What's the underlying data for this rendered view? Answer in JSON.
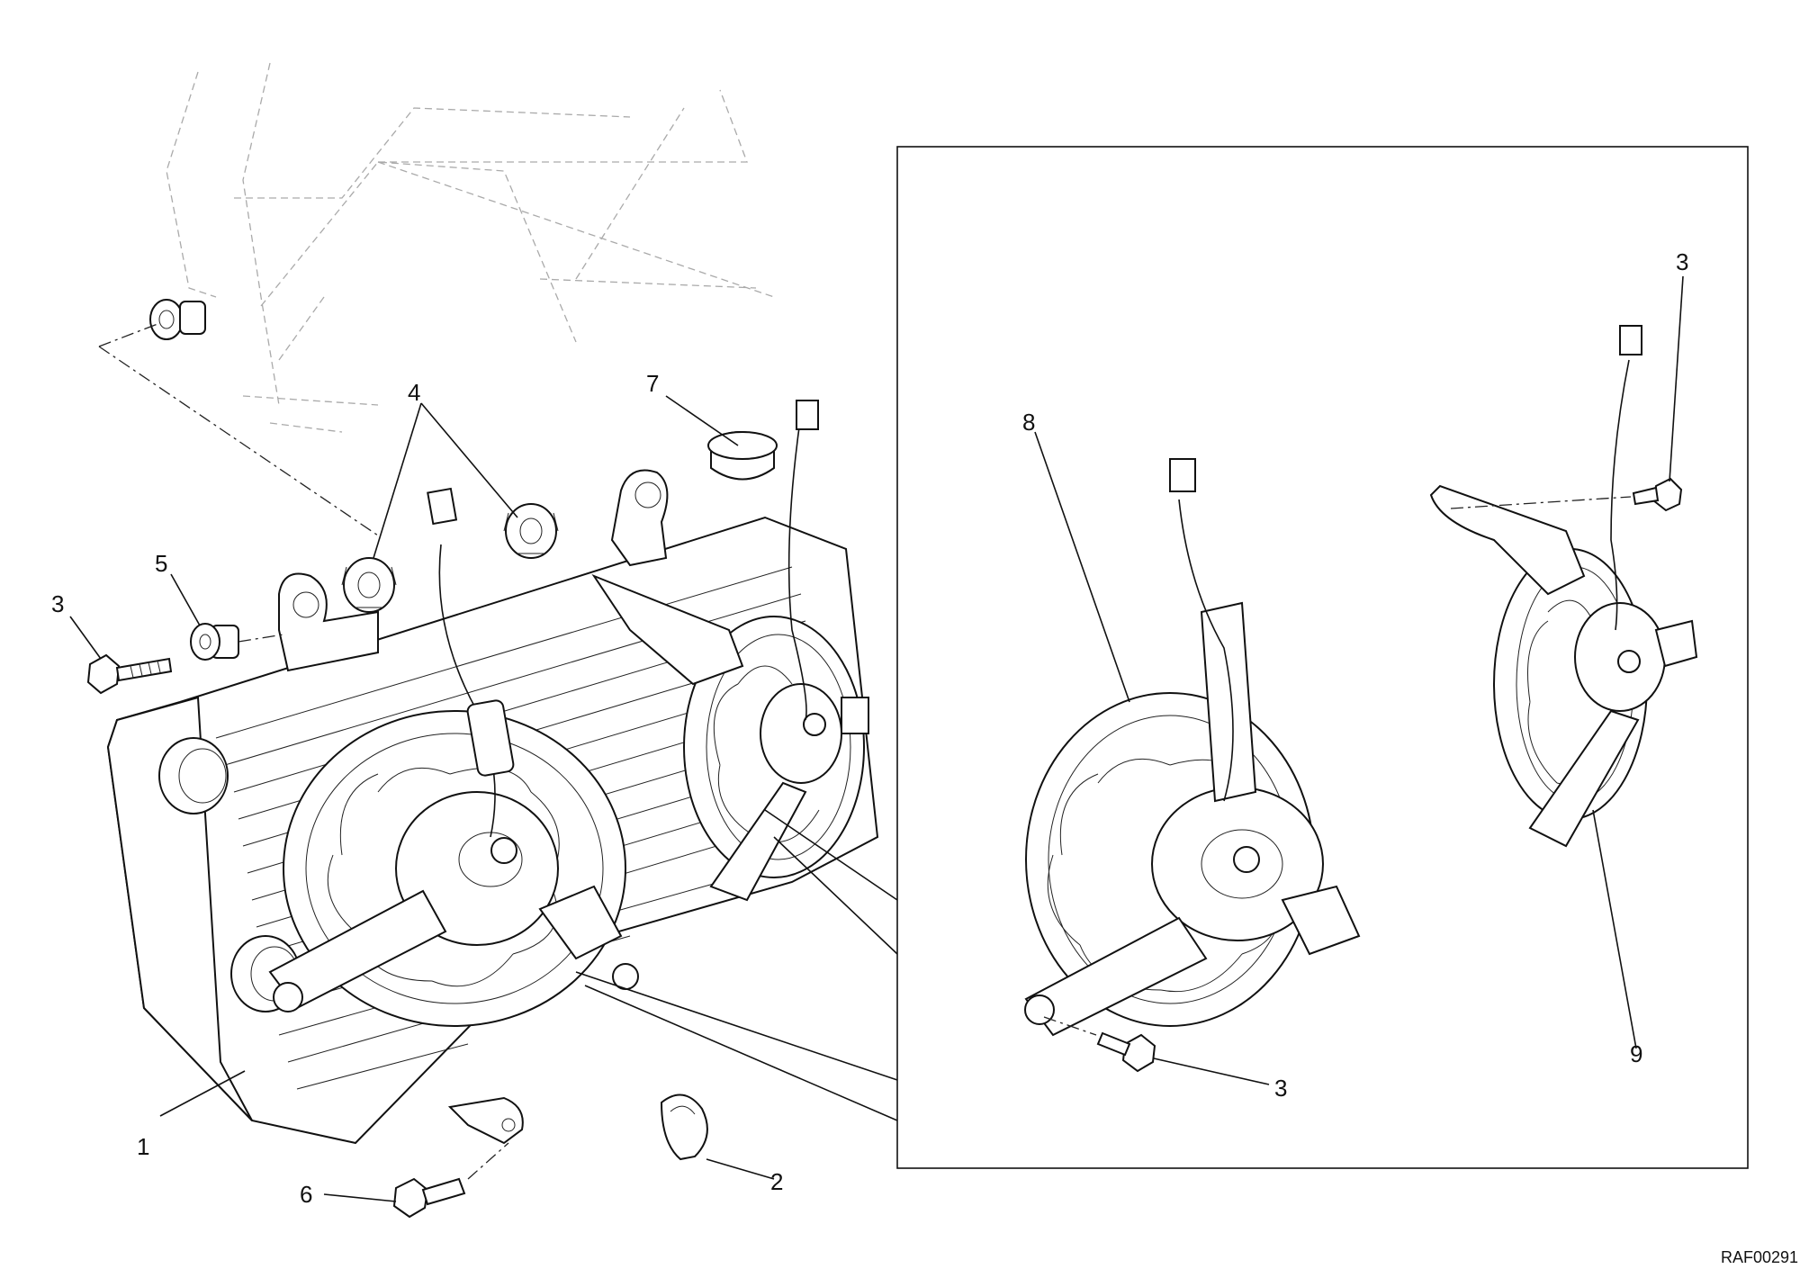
{
  "callouts": {
    "c1": "1",
    "c2": "2",
    "c3a": "3",
    "c3b": "3",
    "c3c": "3",
    "c4": "4",
    "c5": "5",
    "c6": "6",
    "c7": "7",
    "c8": "8",
    "c9": "9"
  },
  "drawing_code": "RAF00291",
  "icons": {
    "radiator": "radiator-assembly",
    "fan": "cooling-fan",
    "frame": "motorcycle-frame"
  },
  "colors": {
    "ink": "#111111",
    "frame": "#aaaaaa",
    "background": "#ffffff"
  }
}
